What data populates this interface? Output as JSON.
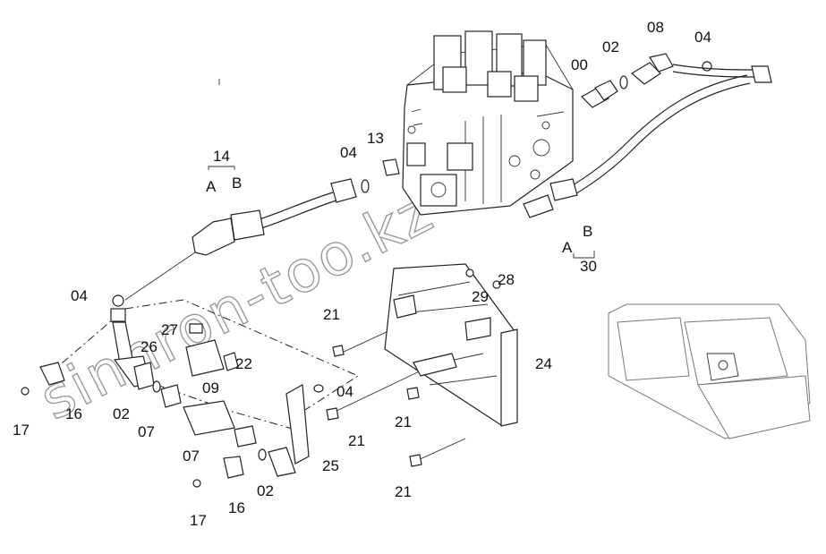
{
  "watermark": "sinhron-too.kz",
  "callouts": {
    "p00": "00",
    "p02_top": "02",
    "p08": "08",
    "p04_top": "04",
    "p13": "13",
    "p04_mid": "04",
    "p14": "14",
    "p14_a": "A",
    "p14_b": "B",
    "p30": "30",
    "p30_a": "A",
    "p30_b": "B",
    "p28": "28",
    "p29": "29",
    "p04_left": "04",
    "p21_a": "21",
    "p27": "27",
    "p26": "26",
    "p22": "22",
    "p24": "24",
    "p09": "09",
    "p04_low": "04",
    "p21_b": "21",
    "p21_c": "21",
    "p21_d": "21",
    "p17_a": "17",
    "p16_a": "16",
    "p02_left": "02",
    "p07_a": "07",
    "p07_b": "07",
    "p25": "25",
    "p02_low": "02",
    "p16_b": "16",
    "p17_b": "17"
  }
}
